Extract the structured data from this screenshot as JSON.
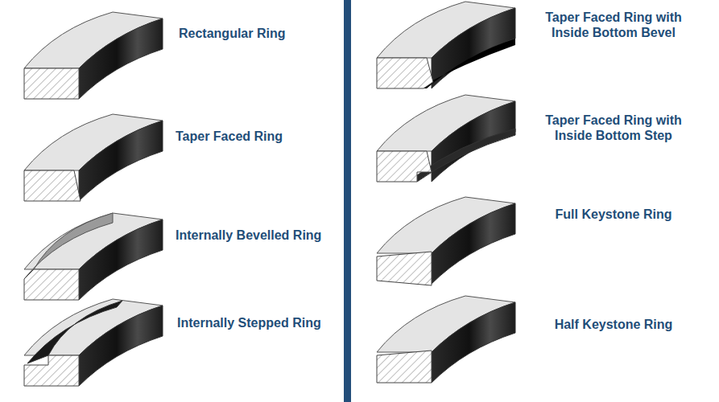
{
  "diagram": {
    "labels": [
      "Rectangular Ring",
      "Taper Faced Ring",
      "Internally Bevelled Ring",
      "Internally Stepped Ring",
      "Taper Faced Ring with Inside Bottom Bevel",
      "Taper Faced Ring with Inside Bottom Step",
      "Full Keystone Ring",
      "Half Keystone Ring"
    ]
  }
}
